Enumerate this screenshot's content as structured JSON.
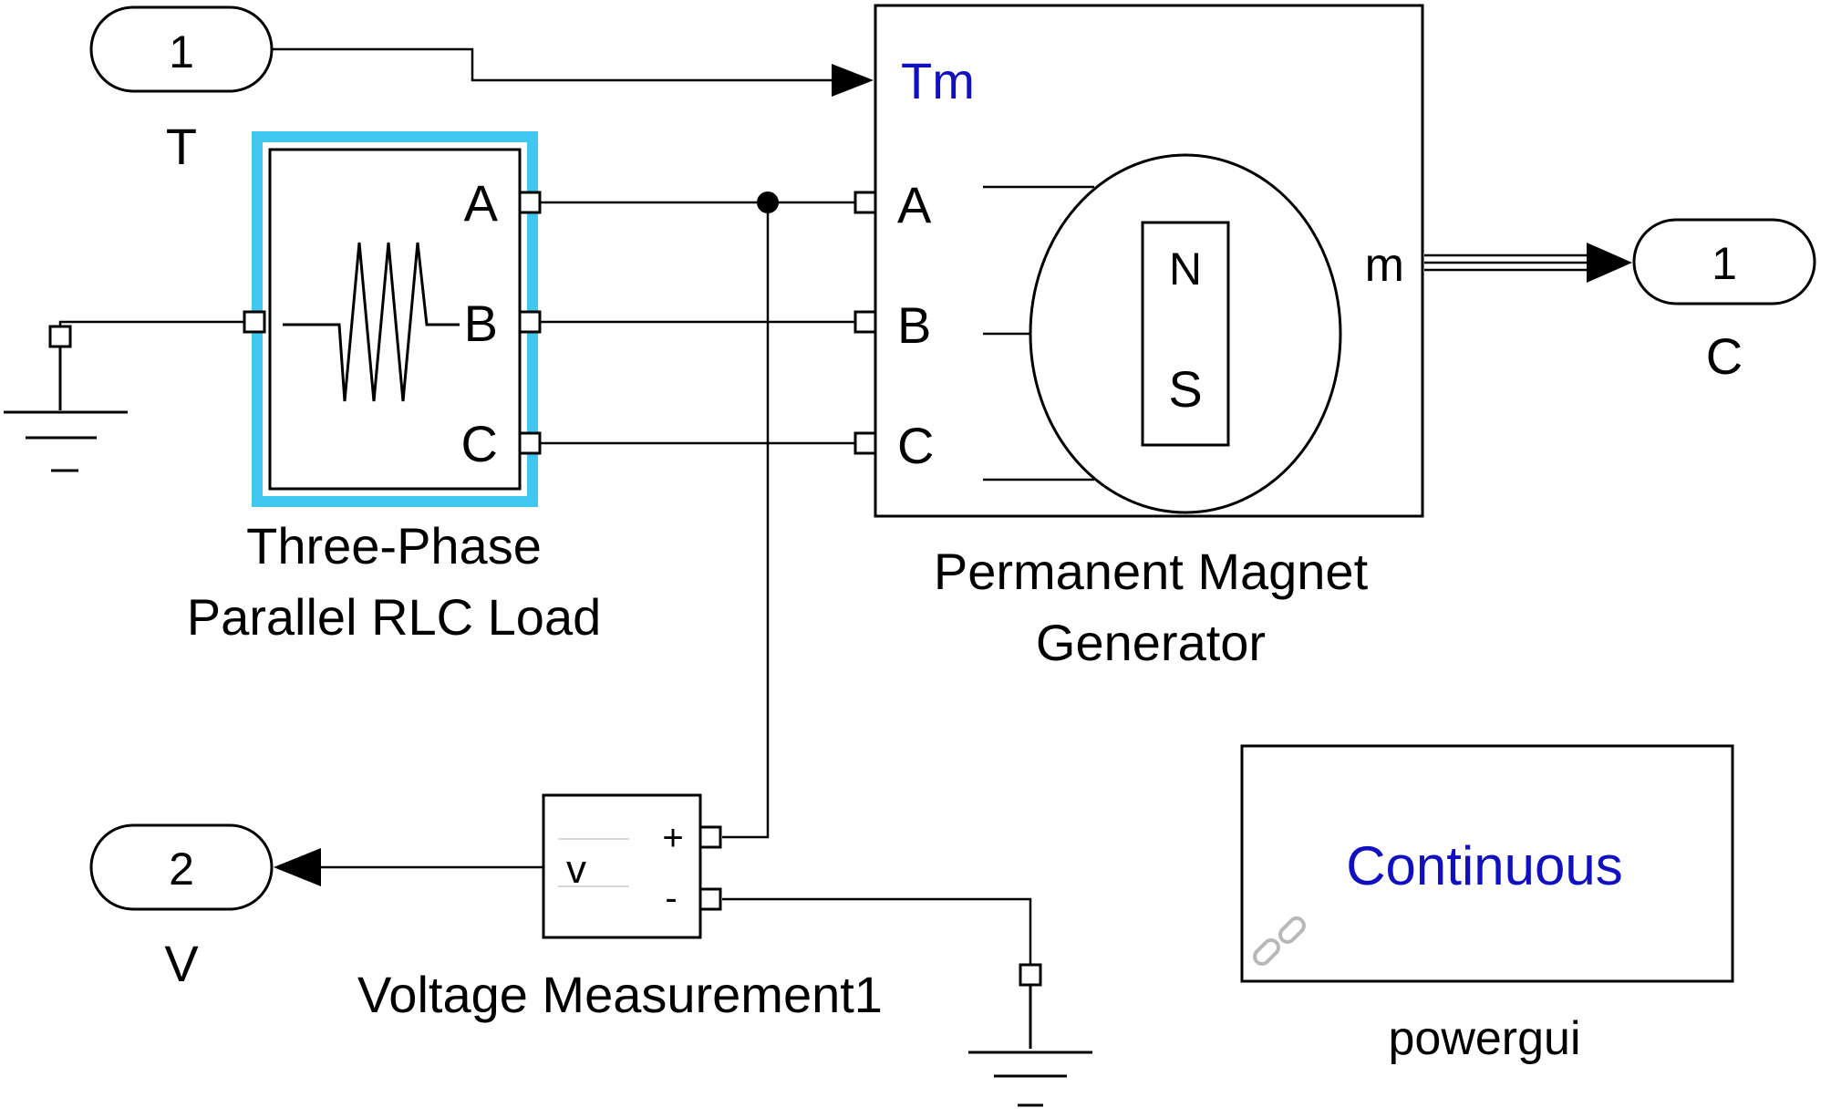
{
  "inports": [
    {
      "number": "1",
      "label": "T"
    }
  ],
  "outports": [
    {
      "number": "1",
      "label": "C"
    },
    {
      "number": "2",
      "label": "V"
    }
  ],
  "rlc_load": {
    "ports": [
      "A",
      "B",
      "C"
    ],
    "name_line1": "Three-Phase",
    "name_line2": "Parallel RLC Load"
  },
  "generator": {
    "torque_port": "Tm",
    "ports": [
      "A",
      "B",
      "C"
    ],
    "meas_port": "m",
    "magnet_n": "N",
    "magnet_s": "S",
    "name_line1": "Permanent Magnet",
    "name_line2": "Generator"
  },
  "voltage_meas": {
    "plus": "+",
    "minus": "-",
    "out": "v",
    "name": "Voltage Measurement1"
  },
  "powergui": {
    "mode": "Continuous",
    "name": "powergui",
    "mode_color": "#1010c0",
    "link_icon": "broken-link-icon"
  },
  "colors": {
    "selection_highlight": "#40c8f0",
    "tm_wire": "#1010c0"
  }
}
